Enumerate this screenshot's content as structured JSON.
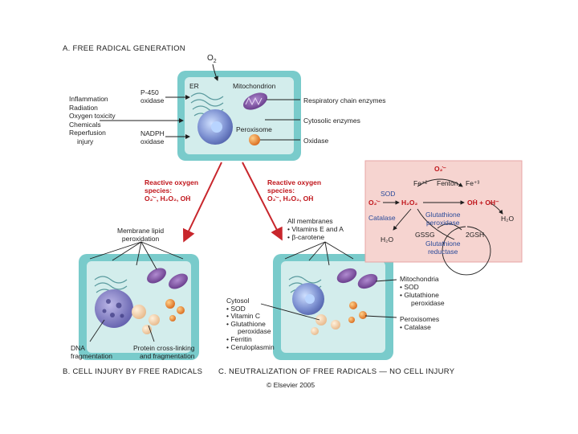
{
  "section_a": {
    "title": "A. FREE RADICAL GENERATION",
    "o2": "O",
    "o2_sub": "2",
    "causes": [
      "Inflammation",
      "Radiation",
      "Oxygen toxicity",
      "Chemicals",
      "Reperfusion",
      "injury"
    ],
    "p450": [
      "P-450",
      "oxidase"
    ],
    "nadph": [
      "NADPH",
      "oxidase"
    ],
    "er": "ER",
    "mito": "Mitochondrion",
    "perox": "Peroxisome",
    "right_labels": [
      "Respiratory chain enzymes",
      "Cytosolic enzymes",
      "Oxidase"
    ]
  },
  "ros_left": {
    "title": [
      "Reactive oxygen",
      "species:"
    ],
    "species": "O₂̇⁻, H₂O₂, OḢ"
  },
  "ros_right": {
    "title": [
      "Reactive oxygen",
      "species:"
    ],
    "species": "O₂̇⁻, H₂O₂, OḢ"
  },
  "section_b": {
    "membrane": [
      "Membrane lipid",
      "peroxidation"
    ],
    "dna": [
      "DNA",
      "fragmentation"
    ],
    "protein": [
      "Protein cross-linking",
      "and fragmentation"
    ],
    "title": "B. CELL INJURY BY FREE RADICALS"
  },
  "section_c": {
    "all_membranes": [
      "All membranes",
      "• Vitamins E and A",
      "• β-carotene"
    ],
    "cytosol": [
      "Cytosol",
      "• SOD",
      "• Vitamin C",
      "• Glutathione",
      "peroxidase",
      "• Ferritin",
      "• Ceruloplasmin"
    ],
    "mito": [
      "Mitochondria",
      "• SOD",
      "• Glutathione",
      "peroxidase"
    ],
    "perox": [
      "Peroxisomes",
      "• Catalase"
    ],
    "title": "C. NEUTRALIZATION OF FREE RADICALS — NO CELL INJURY"
  },
  "inset": {
    "o2_top": "O₂̇⁻",
    "fe2": "Fe⁺²",
    "fenton": "Fenton",
    "fe3": "Fe⁺³",
    "o2_left": "O₂̇⁻",
    "sod": "SOD",
    "h2o2": "H₂O₂",
    "oh": "OḢ + OH⁻",
    "catalase": "Catalase",
    "gpx": [
      "Glutathione",
      "peroxidase"
    ],
    "h2o_right": "H₂O",
    "gssg": "GSSG",
    "gsh": "2GSH",
    "h2o_left": "H₂O",
    "gr": [
      "Glutathione",
      "reductase"
    ]
  },
  "copyright": "© Elsevier 2005",
  "colors": {
    "cell_outer": "#79cbcb",
    "cell_inner": "#d3edec",
    "arrow_red": "#c8262c",
    "inset_bg": "#f6d4d0",
    "inset_border": "#e7a5a5",
    "inset_text_red": "#c0151b",
    "inset_text_blue": "#2a4a9a",
    "mito": "#7a4d9a",
    "nucleus": "#6f7fc0"
  }
}
